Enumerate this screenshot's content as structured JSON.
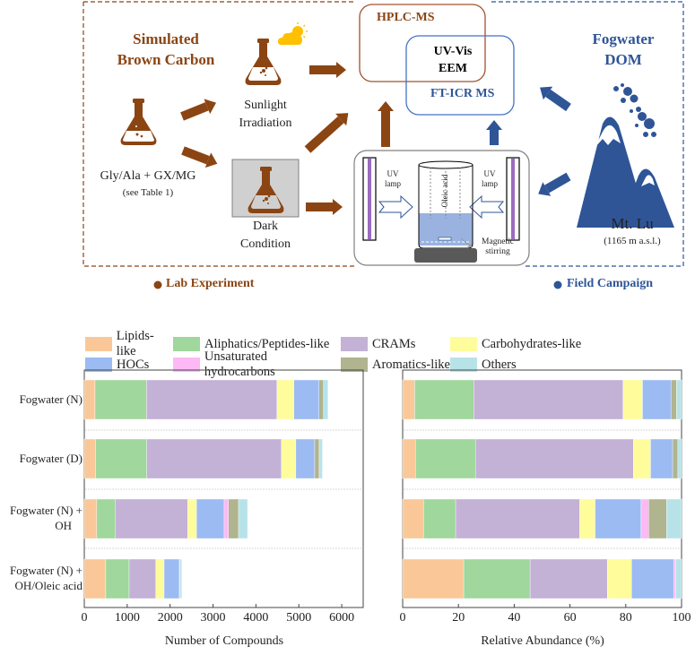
{
  "schematic": {
    "lab": {
      "title_line1": "Simulated",
      "title_line2": "Brown Carbon",
      "reagents": "Gly/Ala + GX/MG",
      "reagents_note": "(see Table 1)",
      "sunlight_line1": "Sunlight",
      "sunlight_line2": "Irradiation",
      "dark_line1": "Dark",
      "dark_line2": "Condition",
      "section_label": "Lab Experiment"
    },
    "analysis": {
      "hplc": "HPLC-MS",
      "uvvis": "UV-Vis",
      "eem": "EEM",
      "fticr": "FT-ICR MS"
    },
    "reactor": {
      "uv_lamp_left_line1": "UV",
      "uv_lamp_left_line2": "lamp",
      "uv_lamp_right_line1": "UV",
      "uv_lamp_right_line2": "lamp",
      "oleic_acid": "Oleic acid",
      "stirring_line1": "Magnetic",
      "stirring_line2": "stirring"
    },
    "field": {
      "title_line1": "Fogwater",
      "title_line2": "DOM",
      "site": "Mt. Lu",
      "altitude": "(1165 m a.s.l.)",
      "section_label": "Field Campaign"
    },
    "colors": {
      "lab": "#8B4513",
      "field": "#2F5597"
    }
  },
  "legend": [
    {
      "name": "Lipids-like",
      "color": "#FAC898"
    },
    {
      "name": "Aliphatics/Peptides-like",
      "color": "#A0D79C"
    },
    {
      "name": "CRAMs",
      "color": "#C3B1D6"
    },
    {
      "name": "Carbohydrates-like",
      "color": "#FFFC9C"
    },
    {
      "name": "HOCs",
      "color": "#9BBBF2"
    },
    {
      "name": "Unsaturated hydrocarbons",
      "color": "#FDB8F5"
    },
    {
      "name": "Aromatics-like",
      "color": "#B0B48F"
    },
    {
      "name": "Others",
      "color": "#B7E3E8"
    }
  ],
  "chart_data": [
    {
      "type": "bar",
      "orientation": "horizontal",
      "stacked": true,
      "title": "",
      "xlabel": "Number of Compounds",
      "ylabel": "",
      "xlim": [
        0,
        6500
      ],
      "xticks": [
        0,
        1000,
        2000,
        3000,
        4000,
        5000,
        6000
      ],
      "categories": [
        "Fogwater (N)",
        "Fogwater (D)",
        "Fogwater (N) + OH",
        "Fogwater (N) + OH/Oleic acid"
      ],
      "category_lines": [
        [
          "Fogwater (N)"
        ],
        [
          "Fogwater (D)"
        ],
        [
          "Fogwater (N) +",
          "OH"
        ],
        [
          "Fogwater (N) +",
          "OH/Oleic acid"
        ]
      ],
      "series": [
        {
          "name": "Lipids-like",
          "values": [
            250,
            265,
            290,
            500
          ]
        },
        {
          "name": "Aliphatics/Peptides-like",
          "values": [
            1200,
            1190,
            435,
            545
          ]
        },
        {
          "name": "CRAMs",
          "values": [
            3040,
            3140,
            1685,
            620
          ]
        },
        {
          "name": "Carbohydrates-like",
          "values": [
            395,
            335,
            205,
            195
          ]
        },
        {
          "name": "HOCs",
          "values": [
            585,
            440,
            645,
            355
          ]
        },
        {
          "name": "Unsaturated hydrocarbons",
          "values": [
            0,
            0,
            100,
            20
          ]
        },
        {
          "name": "Aromatics-like",
          "values": [
            105,
            105,
            235,
            0
          ]
        },
        {
          "name": "Others",
          "values": [
            105,
            75,
            210,
            40
          ]
        }
      ]
    },
    {
      "type": "bar",
      "orientation": "horizontal",
      "stacked": true,
      "title": "",
      "xlabel": "Relative Abundance (%)",
      "ylabel": "",
      "xlim": [
        0,
        100
      ],
      "xticks": [
        0,
        20,
        40,
        60,
        80,
        100
      ],
      "categories": [
        "Fogwater (N)",
        "Fogwater (D)",
        "Fogwater (N) + OH",
        "Fogwater (N) + OH/Oleic acid"
      ],
      "series": [
        {
          "name": "Lipids-like",
          "values": [
            4.3,
            4.6,
            7.5,
            21.9
          ]
        },
        {
          "name": "Aliphatics/Peptides-like",
          "values": [
            21.2,
            21.5,
            11.5,
            23.8
          ]
        },
        {
          "name": "CRAMs",
          "values": [
            53.5,
            56.6,
            44.5,
            27.7
          ]
        },
        {
          "name": "Carbohydrates-like",
          "values": [
            7.0,
            6.2,
            5.5,
            8.7
          ]
        },
        {
          "name": "HOCs",
          "values": [
            10.2,
            7.9,
            16.5,
            15.1
          ]
        },
        {
          "name": "Unsaturated hydrocarbons",
          "values": [
            0,
            0,
            2.7,
            0.7
          ]
        },
        {
          "name": "Aromatics-like",
          "values": [
            2.0,
            1.9,
            6.4,
            0
          ]
        },
        {
          "name": "Others",
          "values": [
            1.8,
            1.3,
            5.4,
            2.1
          ]
        }
      ]
    }
  ]
}
